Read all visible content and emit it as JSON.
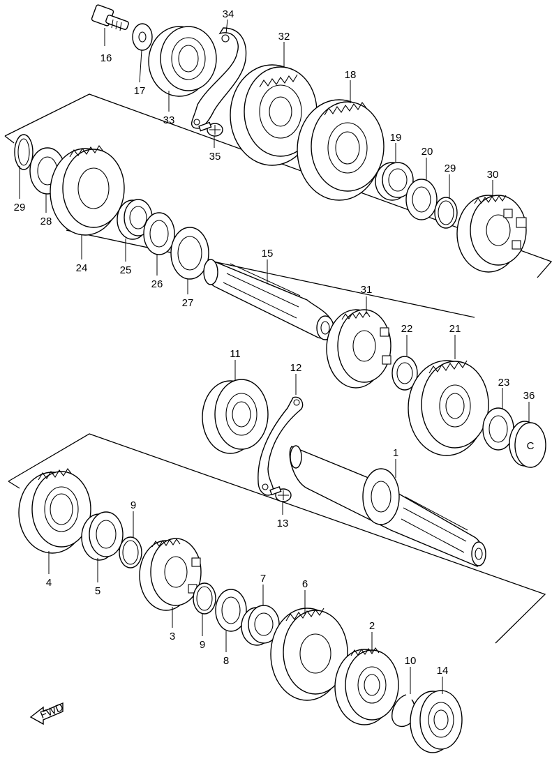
{
  "diagram": {
    "parts": [
      {
        "id": "16",
        "label": "16"
      },
      {
        "id": "17",
        "label": "17"
      },
      {
        "id": "33",
        "label": "33"
      },
      {
        "id": "34",
        "label": "34"
      },
      {
        "id": "35",
        "label": "35"
      },
      {
        "id": "32",
        "label": "32"
      },
      {
        "id": "18",
        "label": "18"
      },
      {
        "id": "19",
        "label": "19"
      },
      {
        "id": "20",
        "label": "20"
      },
      {
        "id": "29a",
        "label": "29"
      },
      {
        "id": "30",
        "label": "30"
      },
      {
        "id": "29b",
        "label": "29"
      },
      {
        "id": "28",
        "label": "28"
      },
      {
        "id": "24",
        "label": "24"
      },
      {
        "id": "25",
        "label": "25"
      },
      {
        "id": "26",
        "label": "26"
      },
      {
        "id": "27",
        "label": "27"
      },
      {
        "id": "15",
        "label": "15"
      },
      {
        "id": "31",
        "label": "31"
      },
      {
        "id": "22",
        "label": "22"
      },
      {
        "id": "21",
        "label": "21"
      },
      {
        "id": "23",
        "label": "23"
      },
      {
        "id": "36",
        "label": "36"
      },
      {
        "id": "11",
        "label": "11"
      },
      {
        "id": "12",
        "label": "12"
      },
      {
        "id": "13",
        "label": "13"
      },
      {
        "id": "1",
        "label": "1"
      },
      {
        "id": "4",
        "label": "4"
      },
      {
        "id": "5",
        "label": "5"
      },
      {
        "id": "9a",
        "label": "9"
      },
      {
        "id": "3",
        "label": "3"
      },
      {
        "id": "9b",
        "label": "9"
      },
      {
        "id": "7",
        "label": "7"
      },
      {
        "id": "8",
        "label": "8"
      },
      {
        "id": "6",
        "label": "6"
      },
      {
        "id": "2",
        "label": "2"
      },
      {
        "id": "10",
        "label": "10"
      },
      {
        "id": "14",
        "label": "14"
      }
    ],
    "fwd_label": "FWD"
  }
}
